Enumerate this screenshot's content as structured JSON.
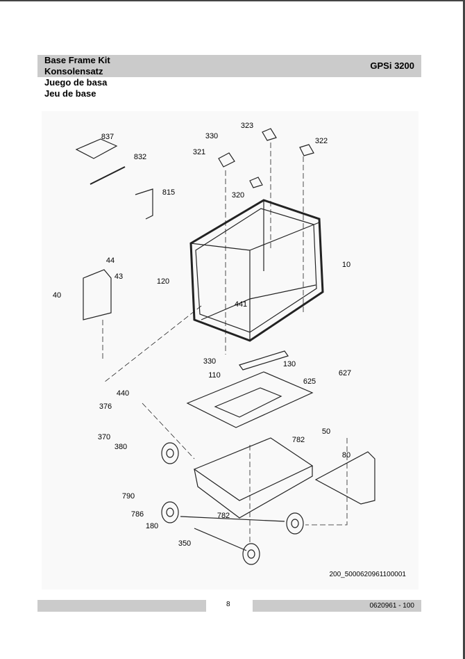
{
  "header": {
    "title_en": "Base Frame Kit",
    "title_de": "Konsolensatz",
    "title_es": "Juego de basa",
    "title_fr": "Jeu de base",
    "model": "GPSi 3200"
  },
  "diagram": {
    "labels": [
      "837",
      "832",
      "815",
      "330",
      "321",
      "323",
      "322",
      "320",
      "44",
      "43",
      "40",
      "120",
      "441",
      "10",
      "330",
      "130",
      "110",
      "625",
      "627",
      "440",
      "376",
      "370",
      "380",
      "782",
      "50",
      "80",
      "790",
      "786",
      "782",
      "180",
      "350"
    ],
    "drawing_code": "200_5000620961100001"
  },
  "footer": {
    "page_number": "8",
    "doc_number": "0620961 - 100"
  }
}
